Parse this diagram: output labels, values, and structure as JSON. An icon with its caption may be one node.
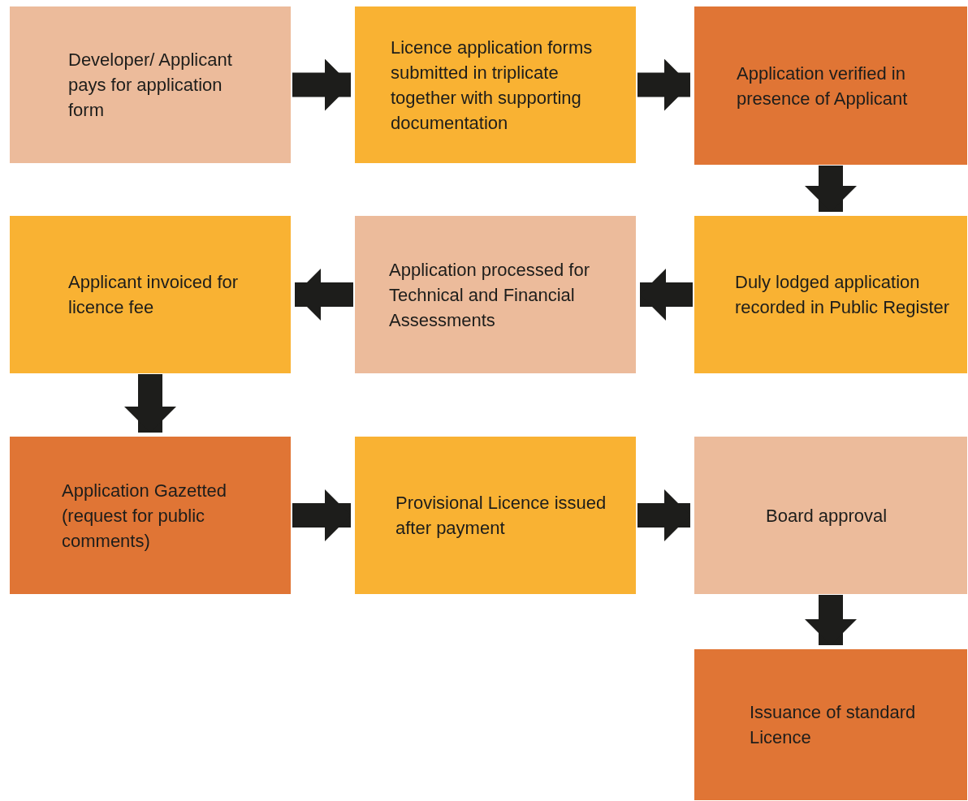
{
  "diagram": {
    "nodes": [
      {
        "text": [
          "Developer/ Applicant pays for application form"
        ]
      },
      {
        "text": [
          "Licence application forms submitted in triplicate together with supporting documentation"
        ]
      },
      {
        "text": [
          "Application verified in presence of Applicant"
        ]
      },
      {
        "text": [
          "Duly lodged application recorded in Public Register"
        ]
      },
      {
        "text": [
          "Application processed for Technical and Financial Assessments"
        ]
      },
      {
        "text": [
          "Applicant invoiced for licence fee"
        ]
      },
      {
        "text": [
          "Application Gazetted (request for public comments)"
        ]
      },
      {
        "text": [
          "Provisional Licence issued after payment"
        ]
      },
      {
        "text": [
          "Board approval"
        ]
      },
      {
        "text": [
          "Issuance of standard Licence"
        ]
      }
    ],
    "edges": [
      {
        "from": 0,
        "to": 1,
        "arrow": "to"
      },
      {
        "from": 1,
        "to": 2,
        "arrow": "to"
      },
      {
        "from": 2,
        "to": 3,
        "arrow": "to"
      },
      {
        "from": 3,
        "to": 4,
        "arrow": "to"
      },
      {
        "from": 4,
        "to": 5,
        "arrow": "to"
      },
      {
        "from": 5,
        "to": 6,
        "arrow": "to"
      },
      {
        "from": 6,
        "to": 7,
        "arrow": "to"
      },
      {
        "from": 7,
        "to": 8,
        "arrow": "to"
      },
      {
        "from": 8,
        "to": 9,
        "arrow": "to"
      }
    ]
  }
}
